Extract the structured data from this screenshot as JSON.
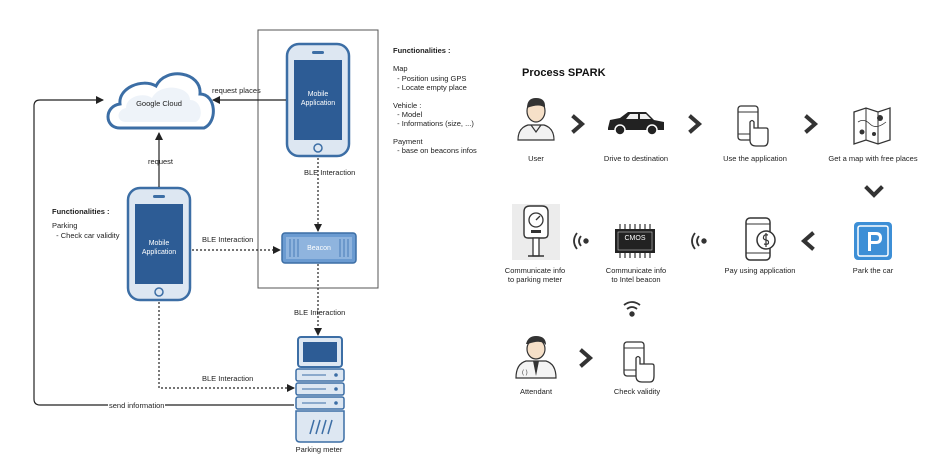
{
  "left": {
    "google_cloud": "Google Cloud",
    "request_places": "request places",
    "request": "request",
    "mobile_app_top": [
      "Mobile",
      "Application"
    ],
    "mobile_app_left": [
      "Mobile",
      "Application"
    ],
    "ble_top": "BLE Interaction",
    "ble_left": "BLE Interaction",
    "ble_mid": "BLE Interaction",
    "ble_bottom": "BLE Interaction",
    "beacon": "Beacon",
    "send_information": "send information",
    "parking_meter": "Parking meter",
    "func_left": {
      "title": "Functionalities :",
      "lines": [
        "Parking",
        "  - Check car validity"
      ]
    },
    "func_right": {
      "title": "Functionalities :",
      "groups": [
        [
          "Map",
          "  - Position using GPS",
          "  - Locate empty place"
        ],
        [
          "Vehicle :",
          "  - Model",
          "  - Informations (size, ...)"
        ],
        [
          "Payment",
          "  - base on beacons infos"
        ]
      ]
    }
  },
  "process": {
    "title": "Process SPARK",
    "row1": [
      "User",
      "Drive to destination",
      "Use the application",
      "Get a map with free places"
    ],
    "row2": [
      "Park the car",
      "Pay using application",
      "Communicate info\nto Intel beacon",
      "Communicate info\nto parking meter"
    ],
    "row3": [
      "Attendant",
      "Check validity"
    ],
    "cmos_label": "CMOS",
    "icons": [
      "user-icon",
      "car-icon",
      "phone-touch-icon",
      "map-icon",
      "parking-sign-icon",
      "phone-payment-icon",
      "cmos-chip-icon",
      "parking-meter-icon",
      "attendant-icon",
      "check-phone-icon",
      "wireless-icon",
      "chevron-right-icon",
      "chevron-down-icon",
      "chevron-left-icon"
    ]
  },
  "colors": {
    "phone_blue": "#3c6ea5",
    "phone_screen": "#2d5c95",
    "cloud_outline": "#3c6ea5",
    "parking_blue": "#3d8fd6",
    "chevron": "#333333"
  }
}
